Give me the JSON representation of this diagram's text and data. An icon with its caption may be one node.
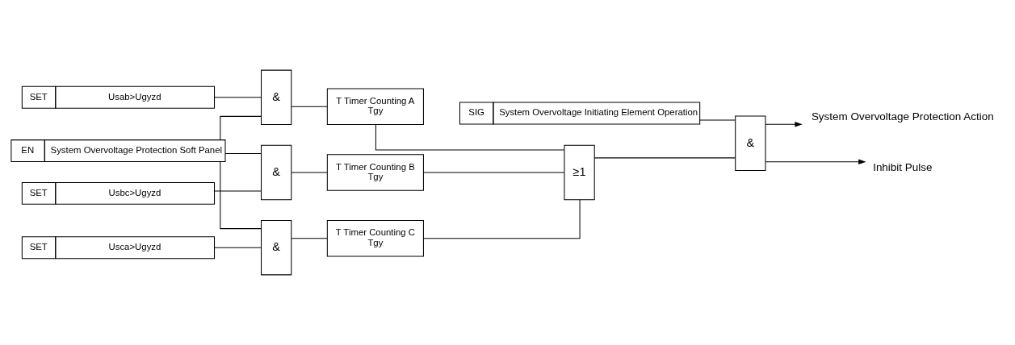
{
  "diagram": {
    "nodes": [
      {
        "text": [
          "EN",
          "System Overvoltage Protection Soft Panel"
        ]
      },
      {
        "text": [
          "SET",
          "Usab>Ugyzd"
        ]
      },
      {
        "text": [
          "SET",
          "Usbc>Ugyzd"
        ]
      },
      {
        "text": [
          "SET",
          "Usca>Ugyzd"
        ]
      },
      {
        "text": [
          "SIG",
          "System Overvoltage Initiating Element Operation"
        ]
      },
      {
        "text": [
          "&"
        ]
      },
      {
        "text": [
          "&"
        ]
      },
      {
        "text": [
          "&"
        ]
      },
      {
        "text": [
          "T Timer Counting A",
          "Tgy"
        ]
      },
      {
        "text": [
          "T Timer Counting B",
          "Tgy"
        ]
      },
      {
        "text": [
          "T Timer Counting C",
          "Tgy"
        ]
      },
      {
        "text": [
          "≥1"
        ]
      },
      {
        "text": [
          "&"
        ]
      },
      {
        "text": [
          "System Overvoltage Protection Action"
        ]
      },
      {
        "text": [
          "Inhibit Pulse"
        ]
      }
    ],
    "edges": [
      {
        "from": 0,
        "to": 5,
        "arrow": "none"
      },
      {
        "from": 0,
        "to": 6,
        "arrow": "none"
      },
      {
        "from": 0,
        "to": 7,
        "arrow": "none"
      },
      {
        "from": 1,
        "to": 5,
        "arrow": "none"
      },
      {
        "from": 2,
        "to": 6,
        "arrow": "none"
      },
      {
        "from": 3,
        "to": 7,
        "arrow": "none"
      },
      {
        "from": 5,
        "to": 8,
        "arrow": "none"
      },
      {
        "from": 6,
        "to": 9,
        "arrow": "none"
      },
      {
        "from": 7,
        "to": 10,
        "arrow": "none"
      },
      {
        "from": 8,
        "to": 11,
        "arrow": "none"
      },
      {
        "from": 9,
        "to": 11,
        "arrow": "none"
      },
      {
        "from": 10,
        "to": 11,
        "arrow": "none"
      },
      {
        "from": 11,
        "to": 12,
        "arrow": "none"
      },
      {
        "from": 4,
        "to": 12,
        "arrow": "none"
      },
      {
        "from": 12,
        "to": 13,
        "arrow": "to"
      },
      {
        "from": 12,
        "to": 14,
        "arrow": "to"
      }
    ]
  }
}
